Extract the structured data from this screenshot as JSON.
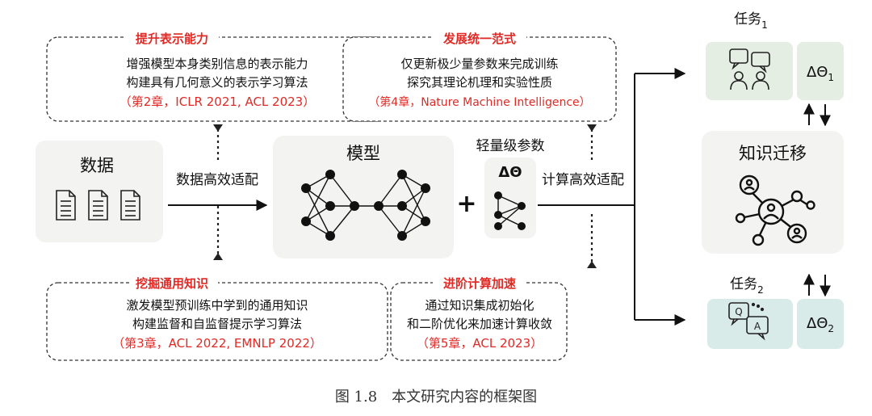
{
  "boxes": {
    "enhance": {
      "title": "提升表示能力",
      "line1": "增强模型本身类别信息的表示能力",
      "line2": "构建具有几何意义的表示学习算法",
      "cite": "（第2章，ICLR 2021, ACL 2023）"
    },
    "paradigm": {
      "title": "发展统一范式",
      "line1": "仅更新极少量参数来完成训练",
      "line2": "探究其理论机理和实验性质",
      "cite": "（第4章，Nature Machine Intelligence）"
    },
    "mining": {
      "title": "挖掘通用知识",
      "line1": "激发模型预训练中学到的通用知识",
      "line2": "构建监督和自监督提示学习算法",
      "cite": "（第3章，ACL 2022, EMNLP 2022）"
    },
    "accel": {
      "title": "进阶计算加速",
      "line1": "通过知识集成初始化",
      "line2": "和二阶优化来加速计算收敛",
      "cite": "（第5章，ACL 2023）"
    }
  },
  "data_label": "数据",
  "data_adapt_label": "数据高效适配",
  "model_label": "模型",
  "lightweight_label": "轻量级参数",
  "delta_theta": "ΔΘ",
  "plus": "+",
  "compute_adapt_label": "计算高效适配",
  "task1": {
    "label": "任务",
    "sub": "1",
    "delta": "ΔΘ",
    "delta_sub": "1"
  },
  "task2": {
    "label": "任务",
    "sub": "2",
    "delta": "ΔΘ",
    "delta_sub": "2"
  },
  "transfer_label": "知识迁移",
  "caption": "图 1.8　本文研究内容的框架图",
  "colors": {
    "accent_red": "#e02a26",
    "task1_bg": "#e4eee2",
    "task2_bg": "#d9ebe9",
    "panel_bg": "#f3f3f1"
  }
}
